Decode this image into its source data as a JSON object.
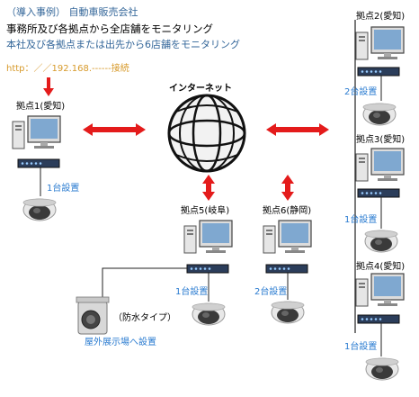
{
  "header": {
    "case_label": "（導入事例） 自動車販売会社",
    "line1": "事務所及び各拠点から全店舗をモニタリング",
    "line2": "本社及び各拠点または出先から6店舗をモニタリング",
    "url": "http：／／192.168.------接続"
  },
  "internet_label": "インターネット",
  "sites": [
    {
      "label": "拠点1(愛知)",
      "count": "1台設置"
    },
    {
      "label": "拠点2(愛知)",
      "count": "2台設置"
    },
    {
      "label": "拠点3(愛知)",
      "count": "1台設置"
    },
    {
      "label": "拠点4(愛知)",
      "count": "1台設置"
    },
    {
      "label": "拠点5(岐阜)",
      "count": "1台設置"
    },
    {
      "label": "拠点6(静岡)",
      "count": "2台設置"
    }
  ],
  "outdoor": {
    "type_label": "（防水タイプ）",
    "place_label": "屋外展示場へ設置"
  },
  "colors": {
    "arrow": "#e41b1b",
    "accent_text": "#336699",
    "count_text": "#2a7bd0",
    "url_text": "#d79a2b"
  }
}
